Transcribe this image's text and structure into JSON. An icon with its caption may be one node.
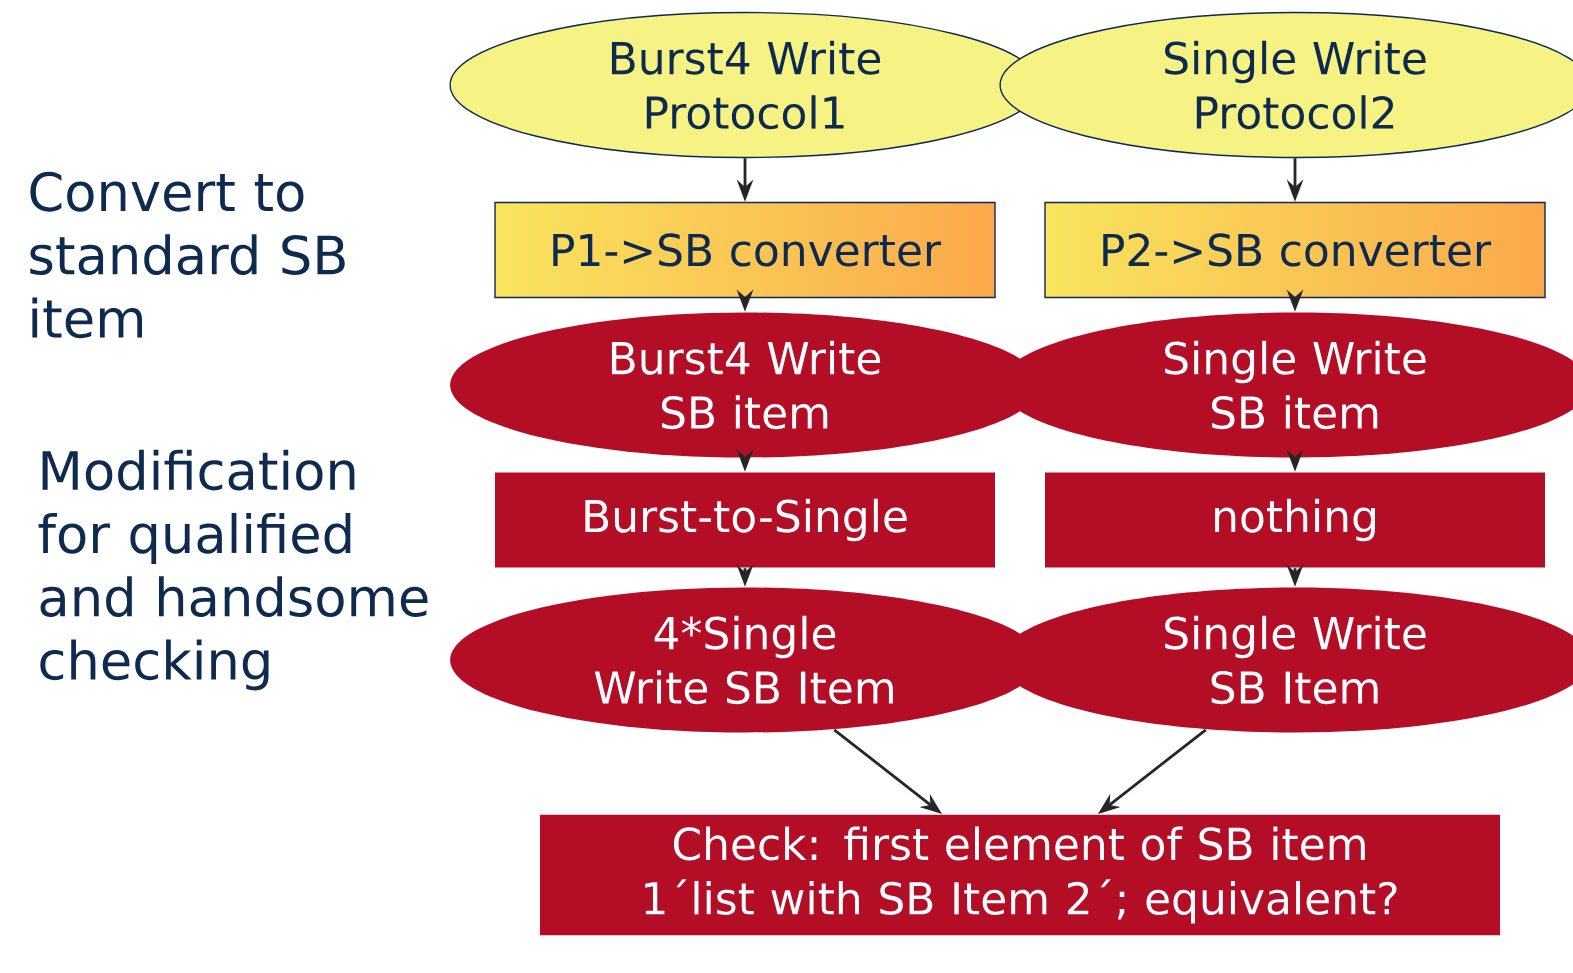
{
  "diagram": {
    "nodes": [
      {
        "text": [
          "Burst4 Write Protocol1"
        ]
      },
      {
        "text": [
          "Single Write Protocol2"
        ]
      },
      {
        "text": [
          "P1->SB converter"
        ]
      },
      {
        "text": [
          "P2->SB converter"
        ]
      },
      {
        "text": [
          "Burst4 Write SB item"
        ]
      },
      {
        "text": [
          "Single Write SB item"
        ]
      },
      {
        "text": [
          "Burst-to-Single"
        ]
      },
      {
        "text": [
          "nothing"
        ]
      },
      {
        "text": [
          "4*Single Write SB Item"
        ]
      },
      {
        "text": [
          "Single Write SB Item"
        ]
      },
      {
        "text": [
          "Check: first element of SB item 1´list with SB Item 2´; equivalent?"
        ]
      }
    ],
    "edges": [
      {
        "from": 0,
        "to": 2,
        "arrow": "to"
      },
      {
        "from": 2,
        "to": 4,
        "arrow": "to"
      },
      {
        "from": 4,
        "to": 6,
        "arrow": "to"
      },
      {
        "from": 6,
        "to": 8,
        "arrow": "to"
      },
      {
        "from": 8,
        "to": 10,
        "arrow": "to"
      },
      {
        "from": 1,
        "to": 3,
        "arrow": "to"
      },
      {
        "from": 3,
        "to": 5,
        "arrow": "to"
      },
      {
        "from": 5,
        "to": 7,
        "arrow": "to"
      },
      {
        "from": 7,
        "to": 9,
        "arrow": "to"
      },
      {
        "from": 9,
        "to": 10,
        "arrow": "to"
      }
    ],
    "labels": [
      "Convert to standard SB item",
      "Modification for qualified and handsome checking"
    ]
  }
}
